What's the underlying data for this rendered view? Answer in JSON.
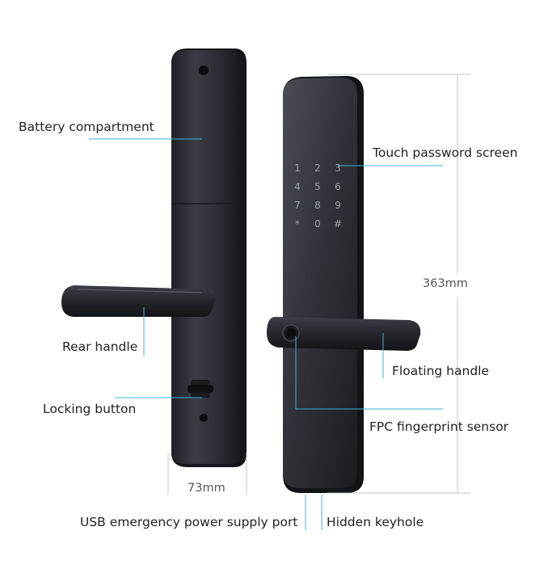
{
  "labels": {
    "battery": "Battery compartment",
    "touch": "Touch password screen",
    "rear_handle": "Rear handle",
    "floating_handle": "Floating handle",
    "locking_button": "Locking button",
    "fpc": "FPC fingerprint sensor",
    "usb": "USB emergency power supply port",
    "keyhole": "Hidden keyhole"
  },
  "dimensions": {
    "height": "363mm",
    "width": "73mm"
  },
  "keypad": [
    "1",
    "2",
    "3",
    "4",
    "5",
    "6",
    "7",
    "8",
    "9",
    "*",
    "0",
    "#"
  ],
  "colors": {
    "leader": "#3bb3d6",
    "dimension": "#b8b8b8",
    "lock_body": "#2b2d33"
  }
}
